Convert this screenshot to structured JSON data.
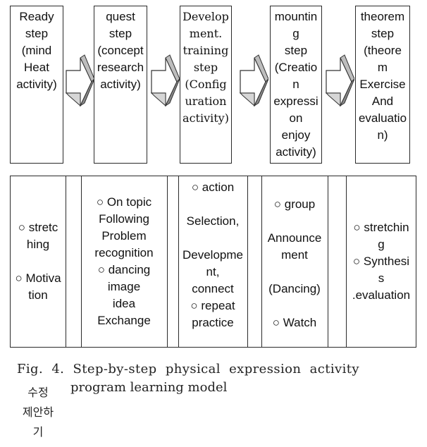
{
  "steps": [
    {
      "lines": [
        "Ready",
        "step",
        "(mind",
        "Heat",
        "activity)"
      ]
    },
    {
      "lines": [
        "quest",
        "step",
        "(concept",
        "research",
        "activity)"
      ]
    },
    {
      "lines": [
        "Develop",
        "ment.",
        "training",
        "step",
        "(Config",
        "uration",
        "activity)"
      ]
    },
    {
      "lines": [
        "mountin",
        "g",
        "step",
        "(Creatio",
        "n",
        "expressi",
        "on",
        "enjoy",
        "activity)"
      ]
    },
    {
      "lines": [
        "theorem",
        "step",
        "(theore",
        "m",
        "Exercise",
        "And",
        "evaluatio",
        "n)"
      ]
    }
  ],
  "table": [
    {
      "lines": [
        "○ stretc",
        "hing",
        "",
        "○ Motiva",
        "tion"
      ]
    },
    {
      "lines": [
        "○ On topic",
        "Following",
        "Problem",
        "recognition",
        "○ dancing",
        "image",
        "idea",
        "Exchange"
      ]
    },
    {
      "lines": [
        "○ action",
        "",
        "Selection,",
        "",
        "Developme",
        "nt,",
        "connect",
        "○ repeat",
        "practice"
      ]
    },
    {
      "lines": [
        "○ group",
        "",
        "Announce",
        "ment",
        "",
        "(Dancing)",
        "",
        "○ Watch"
      ]
    },
    {
      "lines": [
        "○ stretchin",
        "g",
        "○ Synthesi",
        "s",
        ".evaluation"
      ]
    }
  ],
  "caption": {
    "line1": "Fig.  4.  Step-by-step  physical  expression  activity",
    "line2": "program learning model"
  },
  "note": {
    "lines": [
      "수정",
      "제안하",
      "기"
    ]
  },
  "colors": {
    "border": "#2a2a2a",
    "arrow_face": "#ffffff",
    "arrow_side": "#bdbdbd",
    "arrow_dark": "#8a8a8a"
  }
}
